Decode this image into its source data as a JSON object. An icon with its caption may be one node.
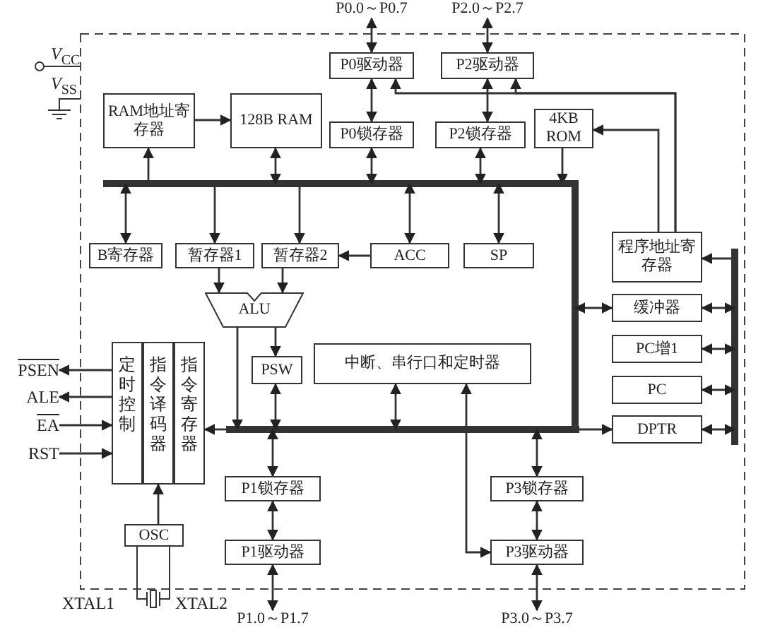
{
  "diagram": {
    "nodes": [
      {
        "text": [
          "P0驱动器"
        ]
      },
      {
        "text": [
          "P2驱动器"
        ]
      },
      {
        "text": [
          "RAM地址寄存器"
        ]
      },
      {
        "text": [
          "128B RAM"
        ]
      },
      {
        "text": [
          "P0锁存器"
        ]
      },
      {
        "text": [
          "P2锁存器"
        ]
      },
      {
        "text": [
          "4KB ROM"
        ]
      },
      {
        "text": [
          "B寄存器"
        ]
      },
      {
        "text": [
          "暂存器1"
        ]
      },
      {
        "text": [
          "暂存器2"
        ]
      },
      {
        "text": [
          "ACC"
        ]
      },
      {
        "text": [
          "SP"
        ]
      },
      {
        "text": [
          "程序地址寄存器"
        ]
      },
      {
        "text": [
          "ALU"
        ]
      },
      {
        "text": [
          "缓冲器"
        ]
      },
      {
        "text": [
          "PC增1"
        ]
      },
      {
        "text": [
          "PC"
        ]
      },
      {
        "text": [
          "PSW"
        ]
      },
      {
        "text": [
          "中断、串行口和定时器"
        ]
      },
      {
        "text": [
          "DPTR"
        ]
      },
      {
        "text": [
          "定时控制"
        ]
      },
      {
        "text": [
          "指令译码器"
        ]
      },
      {
        "text": [
          "指令寄存器"
        ]
      },
      {
        "text": [
          "P1锁存器"
        ]
      },
      {
        "text": [
          "P3锁存器"
        ]
      },
      {
        "text": [
          "OSC"
        ]
      },
      {
        "text": [
          "P1驱动器"
        ]
      },
      {
        "text": [
          "P3驱动器"
        ]
      },
      {
        "text": [],
        "shape": "bar"
      },
      {
        "text": [],
        "shape": "bar"
      },
      {
        "text": [
          "PSEN"
        ]
      },
      {
        "text": [
          "ALE"
        ]
      },
      {
        "text": [
          "EA"
        ]
      },
      {
        "text": [
          "RST"
        ]
      },
      {
        "text": [],
        "shape": "bar"
      },
      {
        "text": [],
        "shape": "bar"
      },
      {
        "text": [
          "P0.0～P0.7"
        ]
      },
      {
        "text": [
          "P2.0～P2.7"
        ]
      },
      {
        "text": [
          "P1.0～P1.7"
        ]
      },
      {
        "text": [
          "P3.0～P3.7"
        ]
      }
    ],
    "edges": [
      {
        "from": 0,
        "to": 36,
        "arrow": "both"
      },
      {
        "from": 1,
        "to": 37,
        "arrow": "both"
      },
      {
        "from": 0,
        "to": 4,
        "arrow": "both"
      },
      {
        "from": 1,
        "to": 5,
        "arrow": "both"
      },
      {
        "from": 2,
        "to": 3,
        "arrow": "to"
      },
      {
        "from": 28,
        "to": 2,
        "arrow": "to"
      },
      {
        "from": 28,
        "to": 3,
        "arrow": "both"
      },
      {
        "from": 28,
        "to": 4,
        "arrow": "both"
      },
      {
        "from": 28,
        "to": 5,
        "arrow": "both"
      },
      {
        "from": 6,
        "to": 28,
        "arrow": "to"
      },
      {
        "from": 28,
        "to": 7,
        "arrow": "both"
      },
      {
        "from": 28,
        "to": 8,
        "arrow": "to"
      },
      {
        "from": 28,
        "to": 9,
        "arrow": "to"
      },
      {
        "from": 28,
        "to": 10,
        "arrow": "both"
      },
      {
        "from": 28,
        "to": 11,
        "arrow": "both"
      },
      {
        "from": 10,
        "to": 9,
        "arrow": "to"
      },
      {
        "from": 8,
        "to": 13,
        "arrow": "to"
      },
      {
        "from": 9,
        "to": 13,
        "arrow": "to"
      },
      {
        "from": 13,
        "to": 17,
        "arrow": "to"
      },
      {
        "from": 13,
        "to": 35,
        "arrow": "to"
      },
      {
        "from": 17,
        "to": 35,
        "arrow": "both"
      },
      {
        "from": 18,
        "to": 35,
        "arrow": "both"
      },
      {
        "from": 35,
        "to": 22,
        "arrow": "to"
      },
      {
        "from": 35,
        "to": 19,
        "arrow": "to"
      },
      {
        "from": 34,
        "to": 14,
        "arrow": "both"
      },
      {
        "from": 35,
        "to": 23,
        "arrow": "both"
      },
      {
        "from": 23,
        "to": 26,
        "arrow": "both"
      },
      {
        "from": 26,
        "to": 38,
        "arrow": "both"
      },
      {
        "from": 35,
        "to": 24,
        "arrow": "both"
      },
      {
        "from": 24,
        "to": 27,
        "arrow": "both"
      },
      {
        "from": 27,
        "to": 39,
        "arrow": "both"
      },
      {
        "from": 18,
        "to": 27,
        "arrow": "both"
      },
      {
        "from": 12,
        "to": 6,
        "arrow": "to"
      },
      {
        "from": 12,
        "to": 0,
        "arrow": "to"
      },
      {
        "from": 12,
        "to": 1,
        "arrow": "to"
      },
      {
        "from": 29,
        "to": 12,
        "arrow": "to"
      },
      {
        "from": 29,
        "to": 14,
        "arrow": "both"
      },
      {
        "from": 29,
        "to": 15,
        "arrow": "both"
      },
      {
        "from": 29,
        "to": 16,
        "arrow": "both"
      },
      {
        "from": 29,
        "to": 19,
        "arrow": "both"
      },
      {
        "from": 20,
        "to": 30,
        "arrow": "to"
      },
      {
        "from": 20,
        "to": 31,
        "arrow": "to"
      },
      {
        "from": 32,
        "to": 20,
        "arrow": "to"
      },
      {
        "from": 33,
        "to": 20,
        "arrow": "to"
      },
      {
        "from": 25,
        "to": 21,
        "arrow": "to"
      },
      {
        "from": 28,
        "to": 34,
        "arrow": "none",
        "style": "thick"
      },
      {
        "from": 34,
        "to": 35,
        "arrow": "none",
        "style": "thick"
      }
    ],
    "labels": [
      "*V*$_{CC}$",
      "*V*$_{SS}$",
      "XTAL1",
      "XTAL2"
    ]
  }
}
